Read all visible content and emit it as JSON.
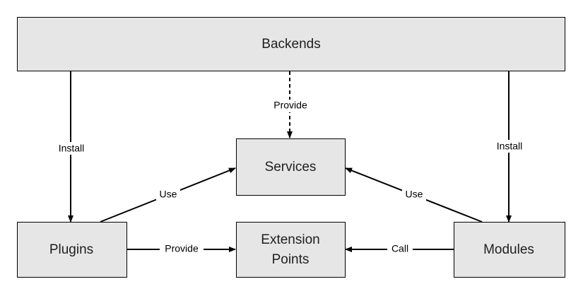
{
  "nodes": {
    "backends": {
      "label": "Backends"
    },
    "services": {
      "label": "Services"
    },
    "plugins": {
      "label": "Plugins"
    },
    "extension_points": {
      "label_line1": "Extension",
      "label_line2": "Points"
    },
    "modules": {
      "label": "Modules"
    }
  },
  "edges": {
    "backends_install_plugins": {
      "label": "Install",
      "style": "solid"
    },
    "backends_provide_services": {
      "label": "Provide",
      "style": "dashed"
    },
    "backends_install_modules": {
      "label": "Install",
      "style": "solid"
    },
    "plugins_use_services": {
      "label": "Use",
      "style": "solid"
    },
    "modules_use_services": {
      "label": "Use",
      "style": "solid"
    },
    "plugins_provide_extension_points": {
      "label": "Provide",
      "style": "solid"
    },
    "modules_call_extension_points": {
      "label": "Call",
      "style": "solid"
    }
  },
  "colors": {
    "node_fill": "#e6e6e6",
    "stroke": "#000000",
    "text": "#1f1f1f"
  }
}
